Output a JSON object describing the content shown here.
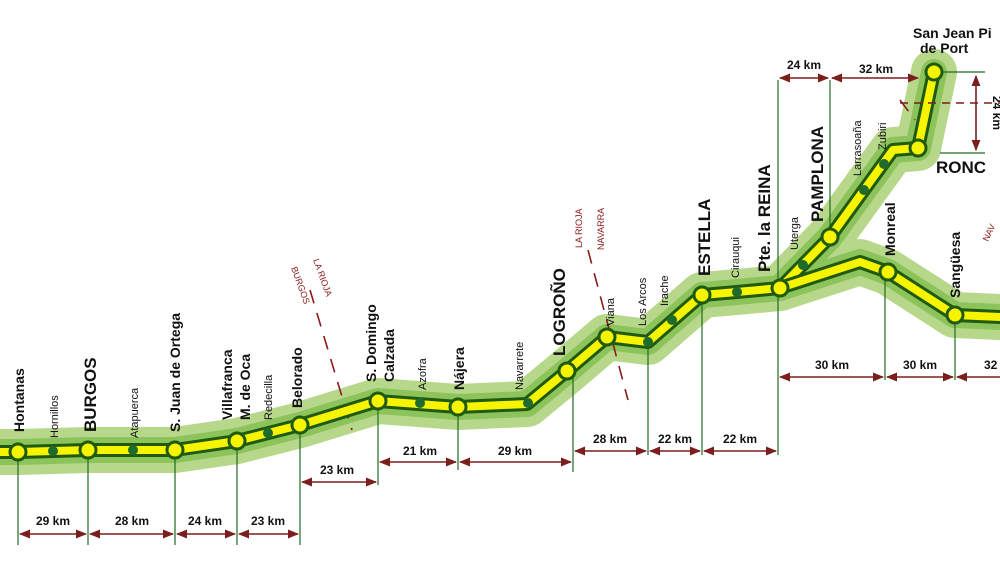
{
  "colors": {
    "buffer": "#b7d88a",
    "buffer_inner": "#8cc35a",
    "route_outline": "#1f5a0f",
    "route_fill": "#f6f400",
    "node_fill": "#f6f400",
    "node_stroke": "#1f5a0f",
    "minor_node": "#1e6b2d",
    "arrow": "#7a1e1e",
    "border": "#8b1a1a",
    "guide_line": "#1f6a22"
  },
  "towns": [
    {
      "id": "hontanas",
      "name": "Hontanas",
      "size": "medium"
    },
    {
      "id": "hornillos",
      "name": "Hornillos",
      "size": "minor"
    },
    {
      "id": "burgos",
      "name": "BURGOS",
      "size": "major"
    },
    {
      "id": "atapuerca",
      "name": "Atapuerca",
      "size": "minor"
    },
    {
      "id": "san-juan-de-ortega",
      "name": "S. Juan de Ortega",
      "size": "medium"
    },
    {
      "id": "villafranca",
      "name": "Villafranca",
      "size": "medium"
    },
    {
      "id": "m-de-oca",
      "name": "M. de Oca",
      "size": "medium"
    },
    {
      "id": "redecilla",
      "name": "Redecilla",
      "size": "minor"
    },
    {
      "id": "belorado",
      "name": "Belorado",
      "size": "medium"
    },
    {
      "id": "santo-domingo",
      "name": "S. Domingo",
      "size": "medium"
    },
    {
      "id": "calzada",
      "name": "Calzada",
      "size": "medium"
    },
    {
      "id": "azofra",
      "name": "Azofra",
      "size": "minor"
    },
    {
      "id": "najera",
      "name": "Nájera",
      "size": "medium"
    },
    {
      "id": "navarrete",
      "name": "Navarrete",
      "size": "minor"
    },
    {
      "id": "logrono",
      "name": "LOGROÑO",
      "size": "major"
    },
    {
      "id": "viana",
      "name": "Viana",
      "size": "minor"
    },
    {
      "id": "los-arcos",
      "name": "Los Arcos",
      "size": "minor"
    },
    {
      "id": "irache",
      "name": "Irache",
      "size": "minor"
    },
    {
      "id": "estella",
      "name": "ESTELLA",
      "size": "major"
    },
    {
      "id": "cirauqui",
      "name": "Cirauqui",
      "size": "minor"
    },
    {
      "id": "puente-la-reina",
      "name": "Pte. la REINA",
      "size": "major"
    },
    {
      "id": "uterga",
      "name": "Uterga",
      "size": "minor"
    },
    {
      "id": "pamplona",
      "name": "PAMPLONA",
      "size": "major"
    },
    {
      "id": "larrasoana",
      "name": "Larrasoaña",
      "size": "minor"
    },
    {
      "id": "zubiri",
      "name": "Zubiri",
      "size": "minor"
    },
    {
      "id": "san-jean-line1",
      "name": "San Jean Pi",
      "size": "medium"
    },
    {
      "id": "san-jean-line2",
      "name": "de Port",
      "size": "medium"
    },
    {
      "id": "roncesvalles",
      "name": "RONC",
      "size": "major"
    },
    {
      "id": "monreal",
      "name": "Monreal",
      "size": "medium"
    },
    {
      "id": "sanguesa",
      "name": "Sangüesa",
      "size": "medium"
    }
  ],
  "border_labels": [
    {
      "id": "larioja-burgos-1",
      "text": "LA RIOJA"
    },
    {
      "id": "larioja-burgos-2",
      "text": "BURGOS"
    },
    {
      "id": "larioja-navarra-1",
      "text": "LA RIOJA"
    },
    {
      "id": "larioja-navarra-2",
      "text": "NAVARRA"
    },
    {
      "id": "navarra-right",
      "text": "NAV"
    }
  ],
  "distances": [
    {
      "id": "d-hontanas-burgos",
      "label": "29 km"
    },
    {
      "id": "d-burgos-sjo",
      "label": "28 km"
    },
    {
      "id": "d-sjo-villafranca",
      "label": "24 km"
    },
    {
      "id": "d-villafranca-belorado",
      "label": "23 km"
    },
    {
      "id": "d-belorado-sdc",
      "label": "23 km"
    },
    {
      "id": "d-sdc-najera",
      "label": "21 km"
    },
    {
      "id": "d-najera-logrono",
      "label": "29 km"
    },
    {
      "id": "d-logrono-losarcos",
      "label": "28 km"
    },
    {
      "id": "d-losarcos-estella",
      "label": "22 km"
    },
    {
      "id": "d-estella-reina",
      "label": "22 km"
    },
    {
      "id": "d-reina-pamplona",
      "label": "24 km"
    },
    {
      "id": "d-pamplona-roncesvalles",
      "label": "32 km"
    },
    {
      "id": "d-roncesvalles-sanjean",
      "label": "24 km"
    },
    {
      "id": "d-reina-monreal",
      "label": "30 km"
    },
    {
      "id": "d-monreal-sanguesa",
      "label": "30 km"
    },
    {
      "id": "d-sanguesa-right",
      "label": "32"
    }
  ]
}
